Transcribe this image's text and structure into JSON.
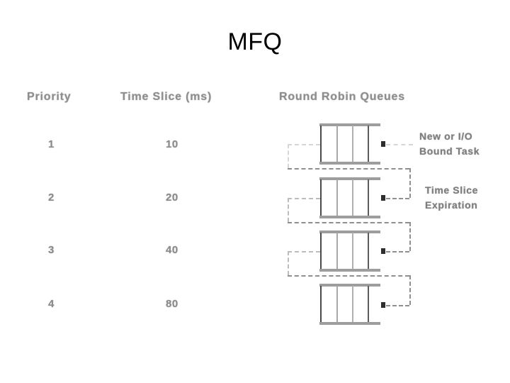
{
  "slide": {
    "title": "MFQ"
  },
  "figure": {
    "headers": {
      "priority": "Priority",
      "time_slice": "Time Slice (ms)",
      "queues": "Round Robin Queues"
    },
    "rows": [
      {
        "priority": "1",
        "time_slice": "10"
      },
      {
        "priority": "2",
        "time_slice": "20"
      },
      {
        "priority": "3",
        "time_slice": "40"
      },
      {
        "priority": "4",
        "time_slice": "80"
      }
    ],
    "annotations": [
      {
        "id": "new-io-bound-task",
        "line1": "New or I/O",
        "line2": "Bound Task"
      },
      {
        "id": "time-slice-expiration",
        "line1": "Time Slice",
        "line2": "Expiration"
      }
    ],
    "queue_slots_per_queue": 4,
    "queue_count": 4,
    "colors": {
      "title_text": "#000000",
      "header_text": "#8e8e8e",
      "value_text": "#8a8a8a",
      "queue_bar": "#9d9d9d",
      "queue_divider_dark": "#4a4a4a",
      "queue_divider_light": "#b0b0b0",
      "dashed_line": "#bcbcbc",
      "arrow_head": "#2e2e2e",
      "background": "#ffffff"
    }
  }
}
